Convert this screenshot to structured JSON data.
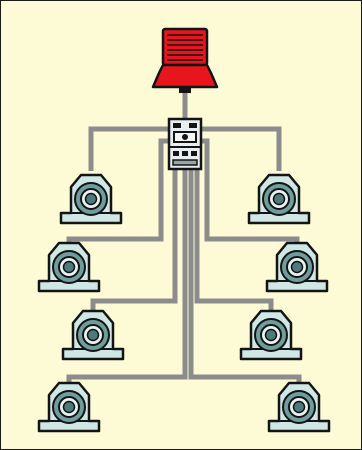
{
  "diagram": {
    "background": "#fdfbd6",
    "line_color": "#8c8c8c",
    "pump_color": "#e8161c",
    "bearing_fill": "#cfe7e5",
    "bearing_ring": "#6f9c9c",
    "bearing_hole": "#4f7a7c",
    "outline": "#141414",
    "components": {
      "pump": "lubrication-pump",
      "distributor": "progressive-distributor-block",
      "bearings": [
        "bearing-left-1",
        "bearing-left-2",
        "bearing-left-3",
        "bearing-left-4",
        "bearing-right-1",
        "bearing-right-2",
        "bearing-right-3",
        "bearing-right-4"
      ]
    }
  }
}
